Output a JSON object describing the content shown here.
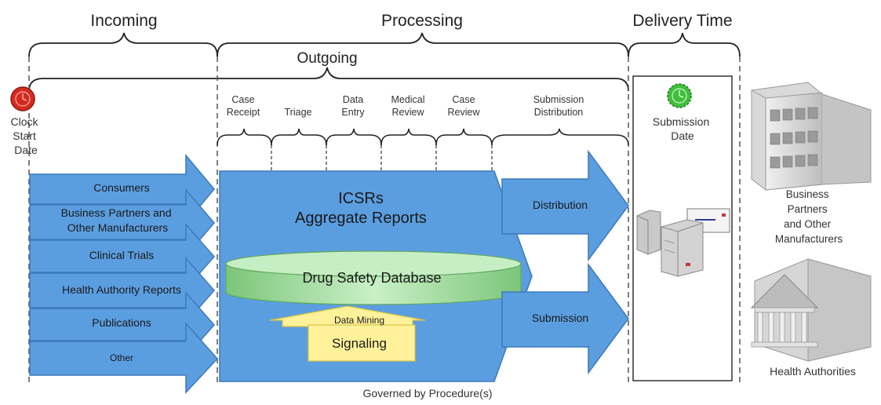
{
  "headers": {
    "incoming": "Incoming",
    "processing": "Processing",
    "delivery_time": "Delivery Time",
    "outgoing": "Outgoing"
  },
  "clock_start": {
    "line1": "Clock",
    "line2": "Start",
    "line3": "Date",
    "color": "#d42a1e"
  },
  "submission_date": {
    "line1": "Submission",
    "line2": "Date",
    "color": "#3fbf3a"
  },
  "steps": {
    "case_receipt": [
      "Case",
      "Receipt"
    ],
    "triage": [
      "Triage"
    ],
    "data_entry": [
      "Data",
      "Entry"
    ],
    "medical_review": [
      "Medical",
      "Review"
    ],
    "case_review": [
      "Case",
      "Review"
    ],
    "submission_distribution": [
      "Submission",
      "Distribution"
    ]
  },
  "sources": {
    "consumers": "Consumers",
    "business_partners": [
      "Business Partners and",
      "Other Manufacturers"
    ],
    "clinical_trials": "Clinical Trials",
    "health_authority_reports": "Health Authority Reports",
    "publications": "Publications",
    "other": "Other"
  },
  "processing": {
    "icsrs": "ICSRs",
    "aggregate_reports": "Aggregate Reports",
    "database": "Drug Safety Database",
    "data_mining": "Data Mining",
    "signaling": "Signaling"
  },
  "outputs": {
    "distribution": "Distribution",
    "submission": "Submission"
  },
  "recipients": {
    "business_partners": [
      "Business",
      "Partners",
      "and Other",
      "Manufacturers"
    ],
    "health_authorities": "Health Authorities"
  },
  "footer": "Governed by Procedure(s)",
  "colors": {
    "arrow_blue": "#5b9ee0",
    "arrow_stroke": "#3d79bd",
    "db_green": "#9bd79a",
    "signal_yellow": "#fff29a"
  }
}
